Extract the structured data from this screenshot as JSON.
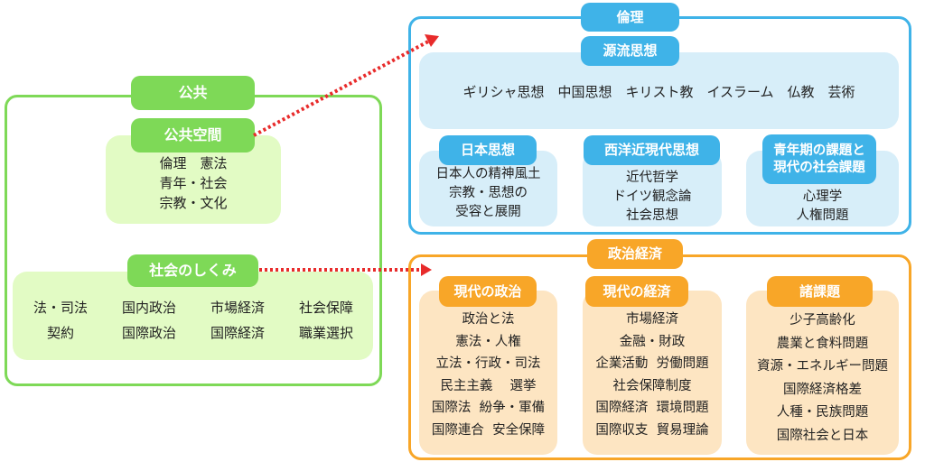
{
  "koukyou": {
    "title": "公共",
    "public_space": {
      "label": "公共空間",
      "items": [
        "倫理　憲法",
        "青年・社会",
        "宗教・文化"
      ]
    },
    "society": {
      "label": "社会のしくみ",
      "grid": [
        "法・司法",
        "国内政治",
        "市場経済",
        "社会保障",
        "契約",
        "国際政治",
        "国際経済",
        "職業選択"
      ]
    }
  },
  "rinri": {
    "title": "倫理",
    "origins": {
      "label": "源流思想",
      "items": "ギリシャ思想　中国思想　キリスト教　イスラーム　仏教　芸術"
    },
    "columns": [
      {
        "label": "日本思想",
        "items": [
          "日本人の精神風土",
          "宗教・思想の",
          "受容と展開"
        ]
      },
      {
        "label": "西洋近現代思想",
        "items": [
          "近代哲学",
          "ドイツ観念論",
          "社会思想"
        ]
      },
      {
        "label": "青年期の課題と\n現代の社会課題",
        "items": [
          "心理学",
          "人権問題"
        ]
      }
    ]
  },
  "seikei": {
    "title": "政治経済",
    "columns": [
      {
        "label": "現代の政治",
        "items": [
          "政治と法",
          "憲法・人権",
          "立法・行政・司法",
          "民主主義　 選挙",
          "国際法  紛争・軍備",
          "国際連合  安全保障"
        ]
      },
      {
        "label": "現代の経済",
        "items": [
          "市場経済",
          "金融・財政",
          "企業活動  労働問題",
          "社会保障制度",
          "国際経済  環境問題",
          "国際収支  貿易理論"
        ]
      },
      {
        "label": "諸課題",
        "items": [
          "少子高齢化",
          "農業と食料問題",
          "資源・エネルギー問題",
          "国際経済格差",
          "人種・民族問題",
          "国際社会と日本"
        ]
      }
    ]
  },
  "connectors": [
    {
      "from": "公共空間",
      "to": "倫理",
      "style": "dotted-arrow",
      "color": "#e82b2b"
    },
    {
      "from": "社会のしくみ",
      "to": "政治経済",
      "style": "dotted-arrow",
      "color": "#e82b2b"
    }
  ],
  "colors": {
    "koukyou": "#7ed957",
    "rinri": "#3fb3e8",
    "seikei": "#f8a628"
  }
}
